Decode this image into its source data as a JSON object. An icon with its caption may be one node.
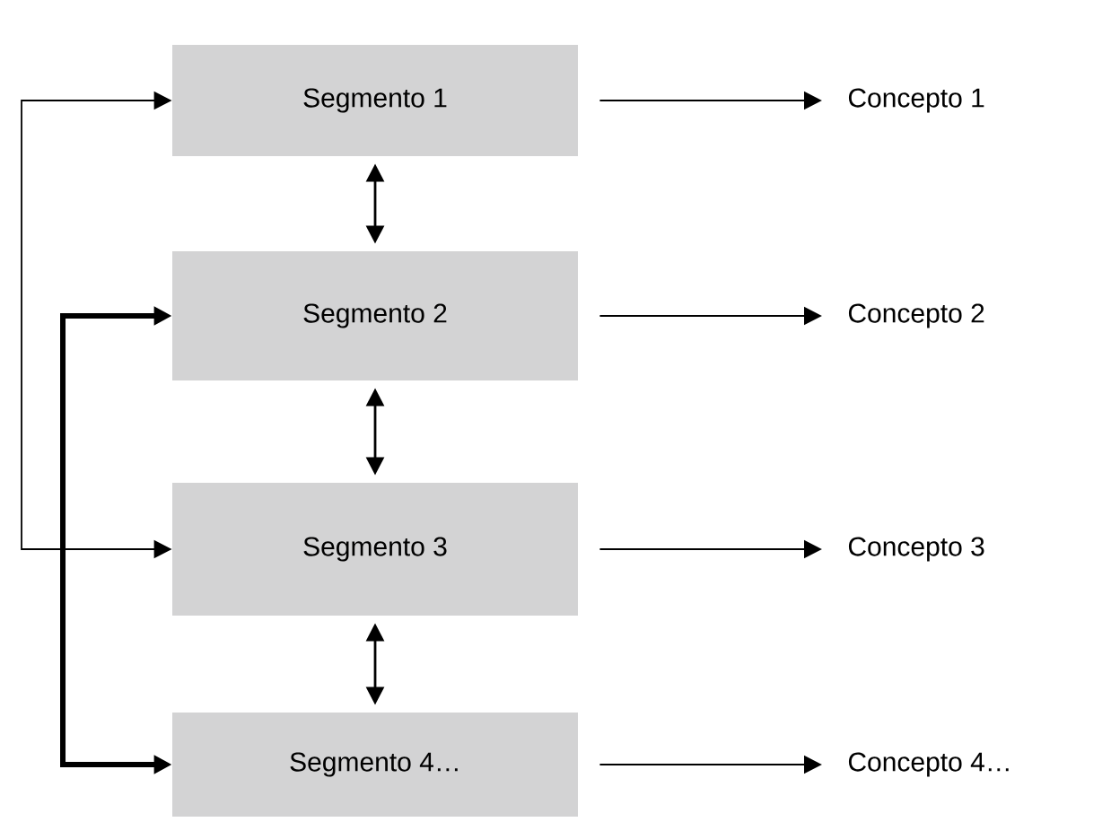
{
  "diagram": {
    "nodes": [
      {
        "text": [
          "Segmento 1"
        ]
      },
      {
        "text": [
          "Segmento 2"
        ]
      },
      {
        "text": [
          "Segmento 3"
        ]
      },
      {
        "text": [
          "Segmento 4…"
        ]
      },
      {
        "text": [
          "Concepto 1"
        ]
      },
      {
        "text": [
          "Concepto 2"
        ]
      },
      {
        "text": [
          "Concepto 3"
        ]
      },
      {
        "text": [
          "Concepto 4…"
        ]
      }
    ],
    "edges": [
      {
        "from": 0,
        "to": 4,
        "arrow": "to"
      },
      {
        "from": 1,
        "to": 5,
        "arrow": "to"
      },
      {
        "from": 2,
        "to": 6,
        "arrow": "to"
      },
      {
        "from": 3,
        "to": 7,
        "arrow": "to"
      },
      {
        "from": 0,
        "to": 1,
        "arrow": "both"
      },
      {
        "from": 1,
        "to": 2,
        "arrow": "both"
      },
      {
        "from": 2,
        "to": 3,
        "arrow": "both"
      },
      {
        "from": 0,
        "to": 2,
        "arrow": "both"
      },
      {
        "from": 1,
        "to": 3,
        "arrow": "both",
        "style": "thick"
      }
    ]
  }
}
